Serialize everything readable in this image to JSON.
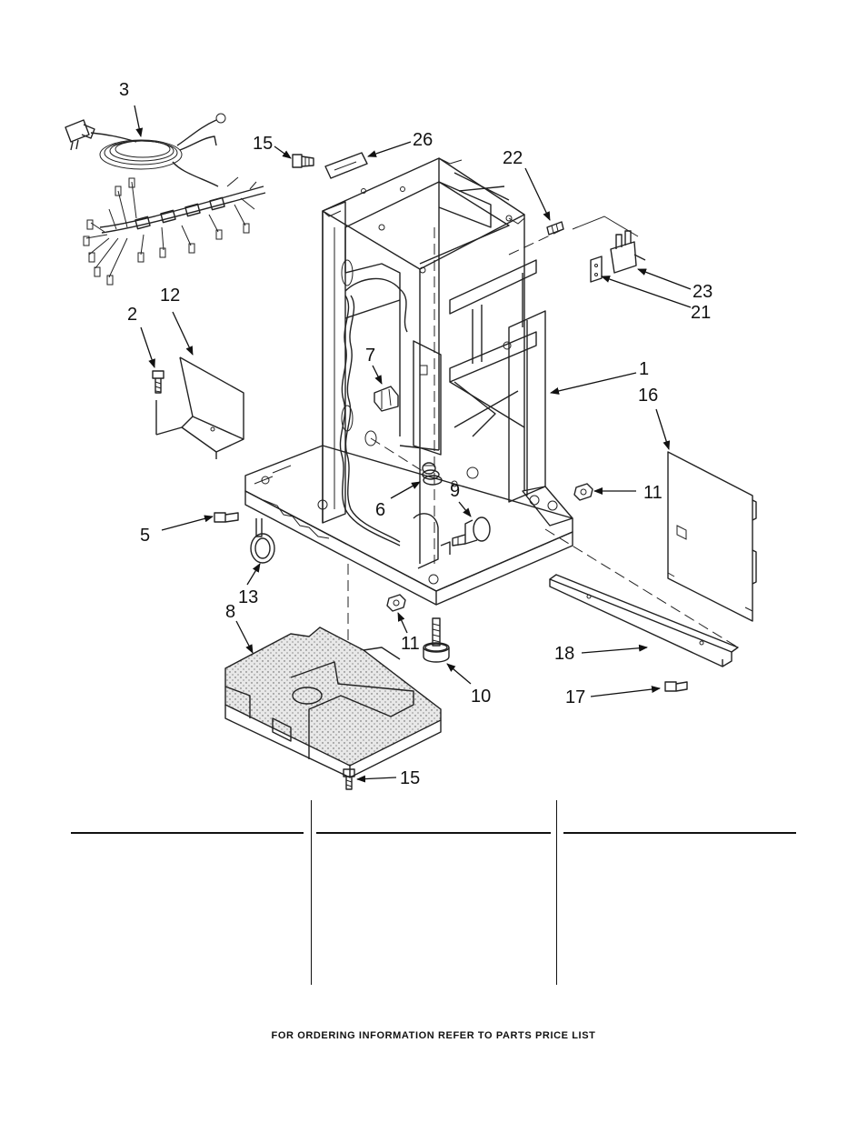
{
  "callouts": [
    "1",
    "2",
    "3",
    "5",
    "6",
    "7",
    "8",
    "9",
    "10",
    "11",
    "11",
    "12",
    "13",
    "15",
    "15",
    "16",
    "17",
    "18",
    "21",
    "22",
    "23",
    "26"
  ],
  "footer": "FOR ORDERING INFORMATION REFER TO PARTS PRICE LIST",
  "colors": {
    "ink": "#222222",
    "background": "#ffffff",
    "insulation": "#e8e8e8"
  }
}
